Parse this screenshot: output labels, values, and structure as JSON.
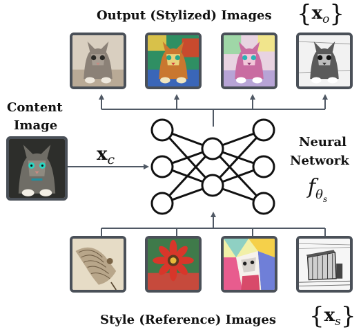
{
  "header": {
    "output_title": "Output (Stylized) Images",
    "output_symbol_main": "x",
    "output_symbol_sub": "o"
  },
  "content": {
    "title_line1": "Content",
    "title_line2": "Image",
    "symbol_main": "x",
    "symbol_sub": "c"
  },
  "network": {
    "title_line1": "Neural",
    "title_line2": "Network",
    "symbol_main": "f",
    "symbol_sub": "θ",
    "symbol_subsub": "s"
  },
  "footer": {
    "style_title": "Style (Reference) Images",
    "style_symbol_main": "x",
    "style_symbol_sub": "s"
  },
  "images": {
    "outputs": [
      "cat photo stylized (photo-like)",
      "cat stylized colorful mosaic",
      "cat stylized pink pastel",
      "cat stylized black and white sketch"
    ],
    "content": "tabby cat photo",
    "styles": [
      "sepia bird engraving",
      "red gerbera flower painting",
      "colorful cubist portrait",
      "black and white shed sketch"
    ]
  },
  "colors": {
    "frame": "#4a5058",
    "arrow": "#4f5864",
    "network": "#111111"
  }
}
